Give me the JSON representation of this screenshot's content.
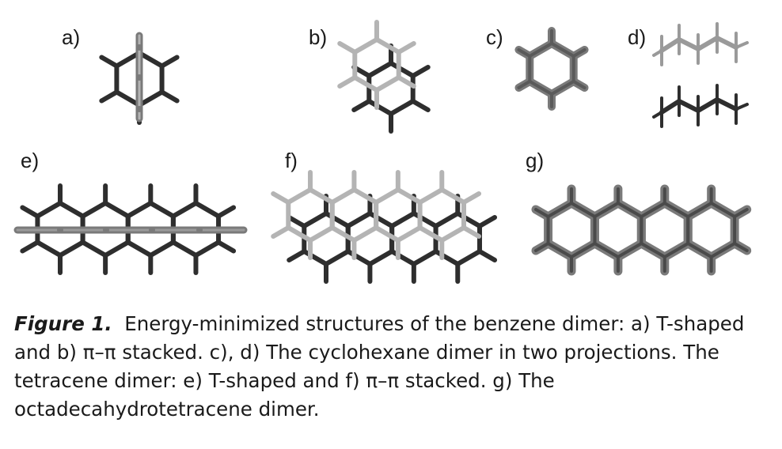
{
  "panels": [
    {
      "label": "a)"
    },
    {
      "label": "b)"
    },
    {
      "label": "c)"
    },
    {
      "label": "d)"
    },
    {
      "label": "e)"
    },
    {
      "label": "f)"
    },
    {
      "label": "g)"
    }
  ],
  "caption": {
    "figure_label": "Figure 1.",
    "text": "Energy-minimized structures of the benzene dimer: a) T-shaped and b) π–π stacked. c), d) The cyclohexane dimer in two projections. The tetracene dimer: e) T-shaped and f) π–π stacked. g) The octadecahydrotetracene dimer."
  },
  "colors": {
    "dark": "#2e2e2e",
    "gray": "#7a7a7a",
    "light": "#b4b4b4"
  }
}
